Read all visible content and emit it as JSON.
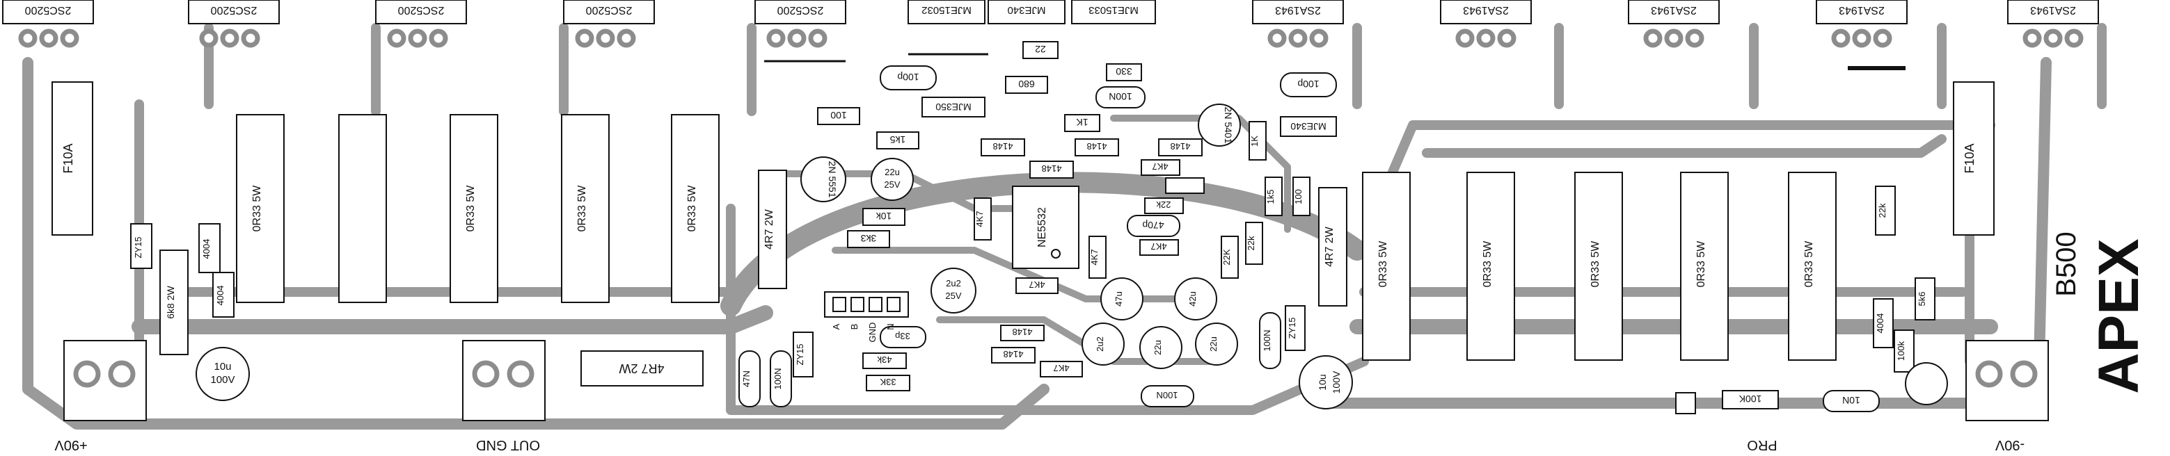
{
  "board": {
    "brand": "APEX",
    "model": "B500",
    "terminals": [
      "+90V",
      "OUT GND",
      "PRO",
      "-90V"
    ],
    "transistors_top": [
      "2SC5200",
      "2SC5200",
      "2SC5200",
      "2SC5200",
      "2SC5200",
      "MJE15032",
      "MJE340",
      "MJE15033",
      "2SA1943",
      "2SA1943",
      "2SA1943",
      "2SA1943",
      "2SA1943"
    ],
    "resistors_big_left": [
      "0R33 5W",
      "0R33 5W",
      "0R33 5W",
      "0R33 5W"
    ],
    "resistors_big_right": [
      "0R33 5W",
      "0R33 5W",
      "0R33 5W",
      "0R33 5W",
      "0R33 5W"
    ],
    "fuses": [
      "F10A",
      "F10A"
    ],
    "parts": {
      "zy15_a": "ZY15",
      "d4004_a": "4004",
      "d4004_b": "4004",
      "r6k8": "6k8 2W",
      "c10u_a": "10u",
      "c100v_a": "100V",
      "r4r7_out": "4R7 2W",
      "r4r7_a": "4R7 2W",
      "r4r7_b": "4R7 2W",
      "r47n": "47N",
      "r100n_a": "100N",
      "zy15_b": "ZY15",
      "r100": "100",
      "r1k5_a": "1k5",
      "r10k": "10k",
      "r3k3": "3k3",
      "npn": "2N 5551",
      "pnp": "2N 5401",
      "c100p_a": "100p",
      "c100p_b": "100p",
      "r680": "680",
      "r22": "22",
      "r330": "330",
      "r100n_b": "100N",
      "mje350": "MJE350",
      "mje340": "MJE340",
      "r1k": "1K",
      "d4148_a": "4148",
      "d4148_b": "4148",
      "d4148_c": "4148",
      "d4148_d": "4148",
      "d4148_e": "4148",
      "d4148_f": "4148",
      "r4k7_a": "4K7",
      "r4k7_b": "4K7",
      "r4k7_c": "4K7",
      "r4k7_d": "4K7",
      "r4k7_e": "4K7",
      "ic": "NE5532",
      "c22u_a": "22u",
      "c25v_a": "25V",
      "c2u2_a": "2u2",
      "c25v_b": "25V",
      "r1k_b": "1K",
      "r1k5_b": "1k5",
      "r100_b": "100",
      "c470p": "470p",
      "r22k_a": "22k",
      "r22k_b": "22K",
      "r22k_c": "22k",
      "c47u": "47u",
      "c42u": "42u",
      "c2u2_b": "2u2",
      "c22u_b": "22u",
      "c22u_c": "22u",
      "r33p": "33p",
      "r43k": "43k",
      "r33k": "33K",
      "r100n_c": "100N",
      "r100n_d": "100N",
      "zy15_c": "ZY15",
      "c10u_b": "10u",
      "c100v_b": "100V",
      "r100k_a": "100K",
      "r100k_b": "100k",
      "r10n": "10N",
      "r5k6": "5k6",
      "d4004_c": "4004",
      "r22k_d": "22k"
    },
    "input_pins": [
      "A",
      "B",
      "GND",
      "N"
    ]
  }
}
